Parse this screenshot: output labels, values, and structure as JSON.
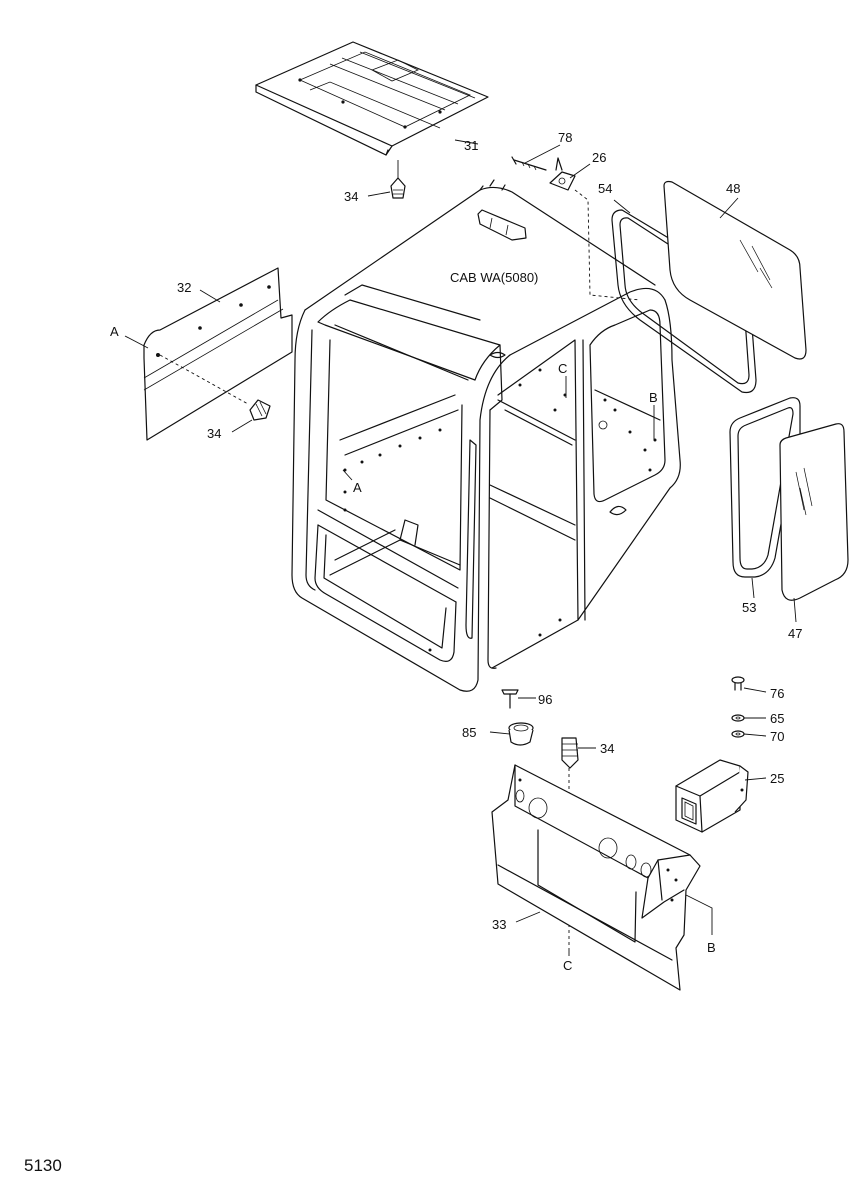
{
  "cab_title": "CAB WA(5080)",
  "page_number": "5130",
  "labels": {
    "p31": "31",
    "p34_top": "34",
    "p78": "78",
    "p26": "26",
    "p54": "54",
    "p48": "48",
    "p32": "32",
    "ref_a_left": "A",
    "p34_left": "34",
    "ref_c_top": "C",
    "ref_b_top": "B",
    "ref_a_frame": "A",
    "p53": "53",
    "p47": "47",
    "p96": "96",
    "p76": "76",
    "p85": "85",
    "p65": "65",
    "p70": "70",
    "p34_bottom": "34",
    "p25": "25",
    "p33": "33",
    "ref_b_bottom": "B",
    "ref_c_bottom": "C"
  }
}
